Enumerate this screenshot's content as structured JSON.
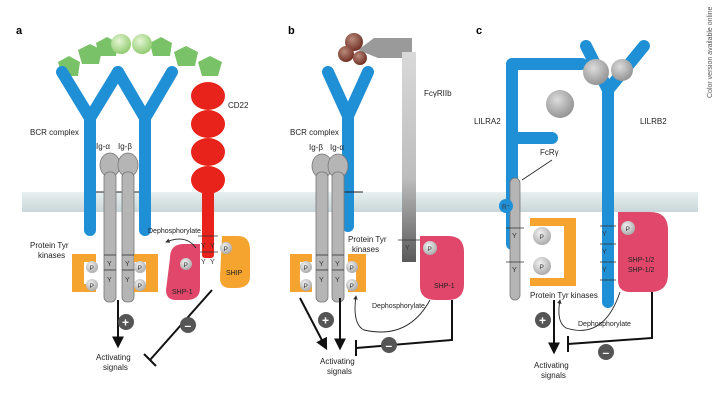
{
  "panel_a": {
    "letter": "a",
    "bcr_complex": "BCR complex",
    "ig_alpha": "Ig-α",
    "ig_beta": "Ig-β",
    "cd22": "CD22",
    "ptk_line1": "Protein Tyr",
    "ptk_line2": "kinases",
    "dephosphorylate": "Dephosphorylate",
    "shp1": "SHP-1",
    "ship": "SHIP",
    "signal_line1": "Activating",
    "signal_line2": "signals",
    "plus": "+",
    "minus": "–"
  },
  "panel_b": {
    "letter": "b",
    "bcr_complex": "BCR complex",
    "fc_receptor": "FcγRIIb",
    "ig_beta": "Ig-β",
    "ig_alpha": "Ig-α",
    "ptk_line1": "Protein Tyr",
    "ptk_line2": "kinases",
    "shp1": "SHP-1",
    "dephosphorylate": "Dephosphorylate",
    "signal_line1": "Activating",
    "signal_line2": "signals",
    "plus": "+",
    "minus": "–"
  },
  "panel_c": {
    "letter": "c",
    "lilra2": "LILRA2",
    "lilrb2": "LILRB2",
    "fcr_gamma": "FcRγ",
    "r_plus": "R⁺",
    "ptk": "Protein Tyr kinases",
    "shp_line1": "SHP-1/2",
    "shp_line2": "SHP-1/2",
    "dephosphorylate": "Dephosphorylate",
    "signal_line1": "Activating",
    "signal_line2": "signals",
    "plus": "+",
    "minus": "–"
  },
  "side_note": "Color version available online"
}
